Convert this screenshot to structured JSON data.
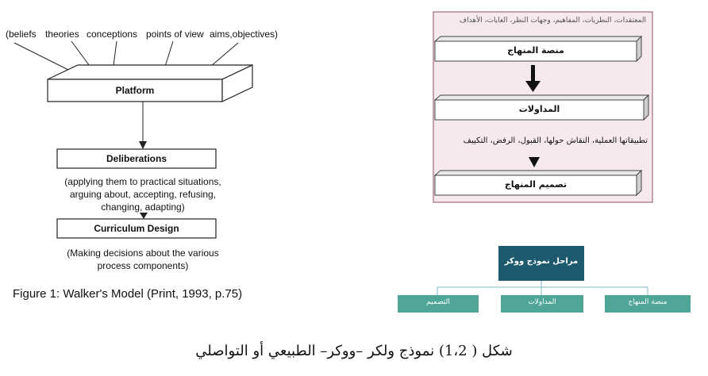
{
  "left_model": {
    "top_labels": [
      "(beliefs",
      "theories",
      "conceptions",
      "points of view",
      "aims,objectives)"
    ],
    "platform": "Platform",
    "deliberations": "Deliberations",
    "deliberations_note": [
      "(applying them to practical situations,",
      "arguing about, accepting, refusing,",
      "changing, adapting)"
    ],
    "curriculum_design": "Curriculum Design",
    "curriculum_note": [
      "(Making decisions about the various",
      "process components)"
    ],
    "figure_caption": "Figure 1: Walker's Model (Print, 1993, p.75)"
  },
  "right_model": {
    "header": "المعتقدات، النظريات، المفاهيم، وجهات النظر، الغايات، الأهداف",
    "platform": "منصة المنهاج",
    "deliberations": "المداولات",
    "deliberations_note": "تطبيقاتها العملية، النقاش حولها، القبول، الرفض، التكييف",
    "curriculum_design": "تصميم المنهاج",
    "background_color": "#f5e9ee",
    "border_color": "#9e6a7e"
  },
  "tree": {
    "root": "مراحل نموذج ووكر",
    "children": [
      "التصميم",
      "المداولات",
      "منصة المنهاج"
    ],
    "root_color": "#1e5a6e",
    "child_color": "#4fa696"
  },
  "bottom_caption": "شكل ( 1،2) نموذج ولكر –ووكر– الطبيعي أو التواصلي"
}
